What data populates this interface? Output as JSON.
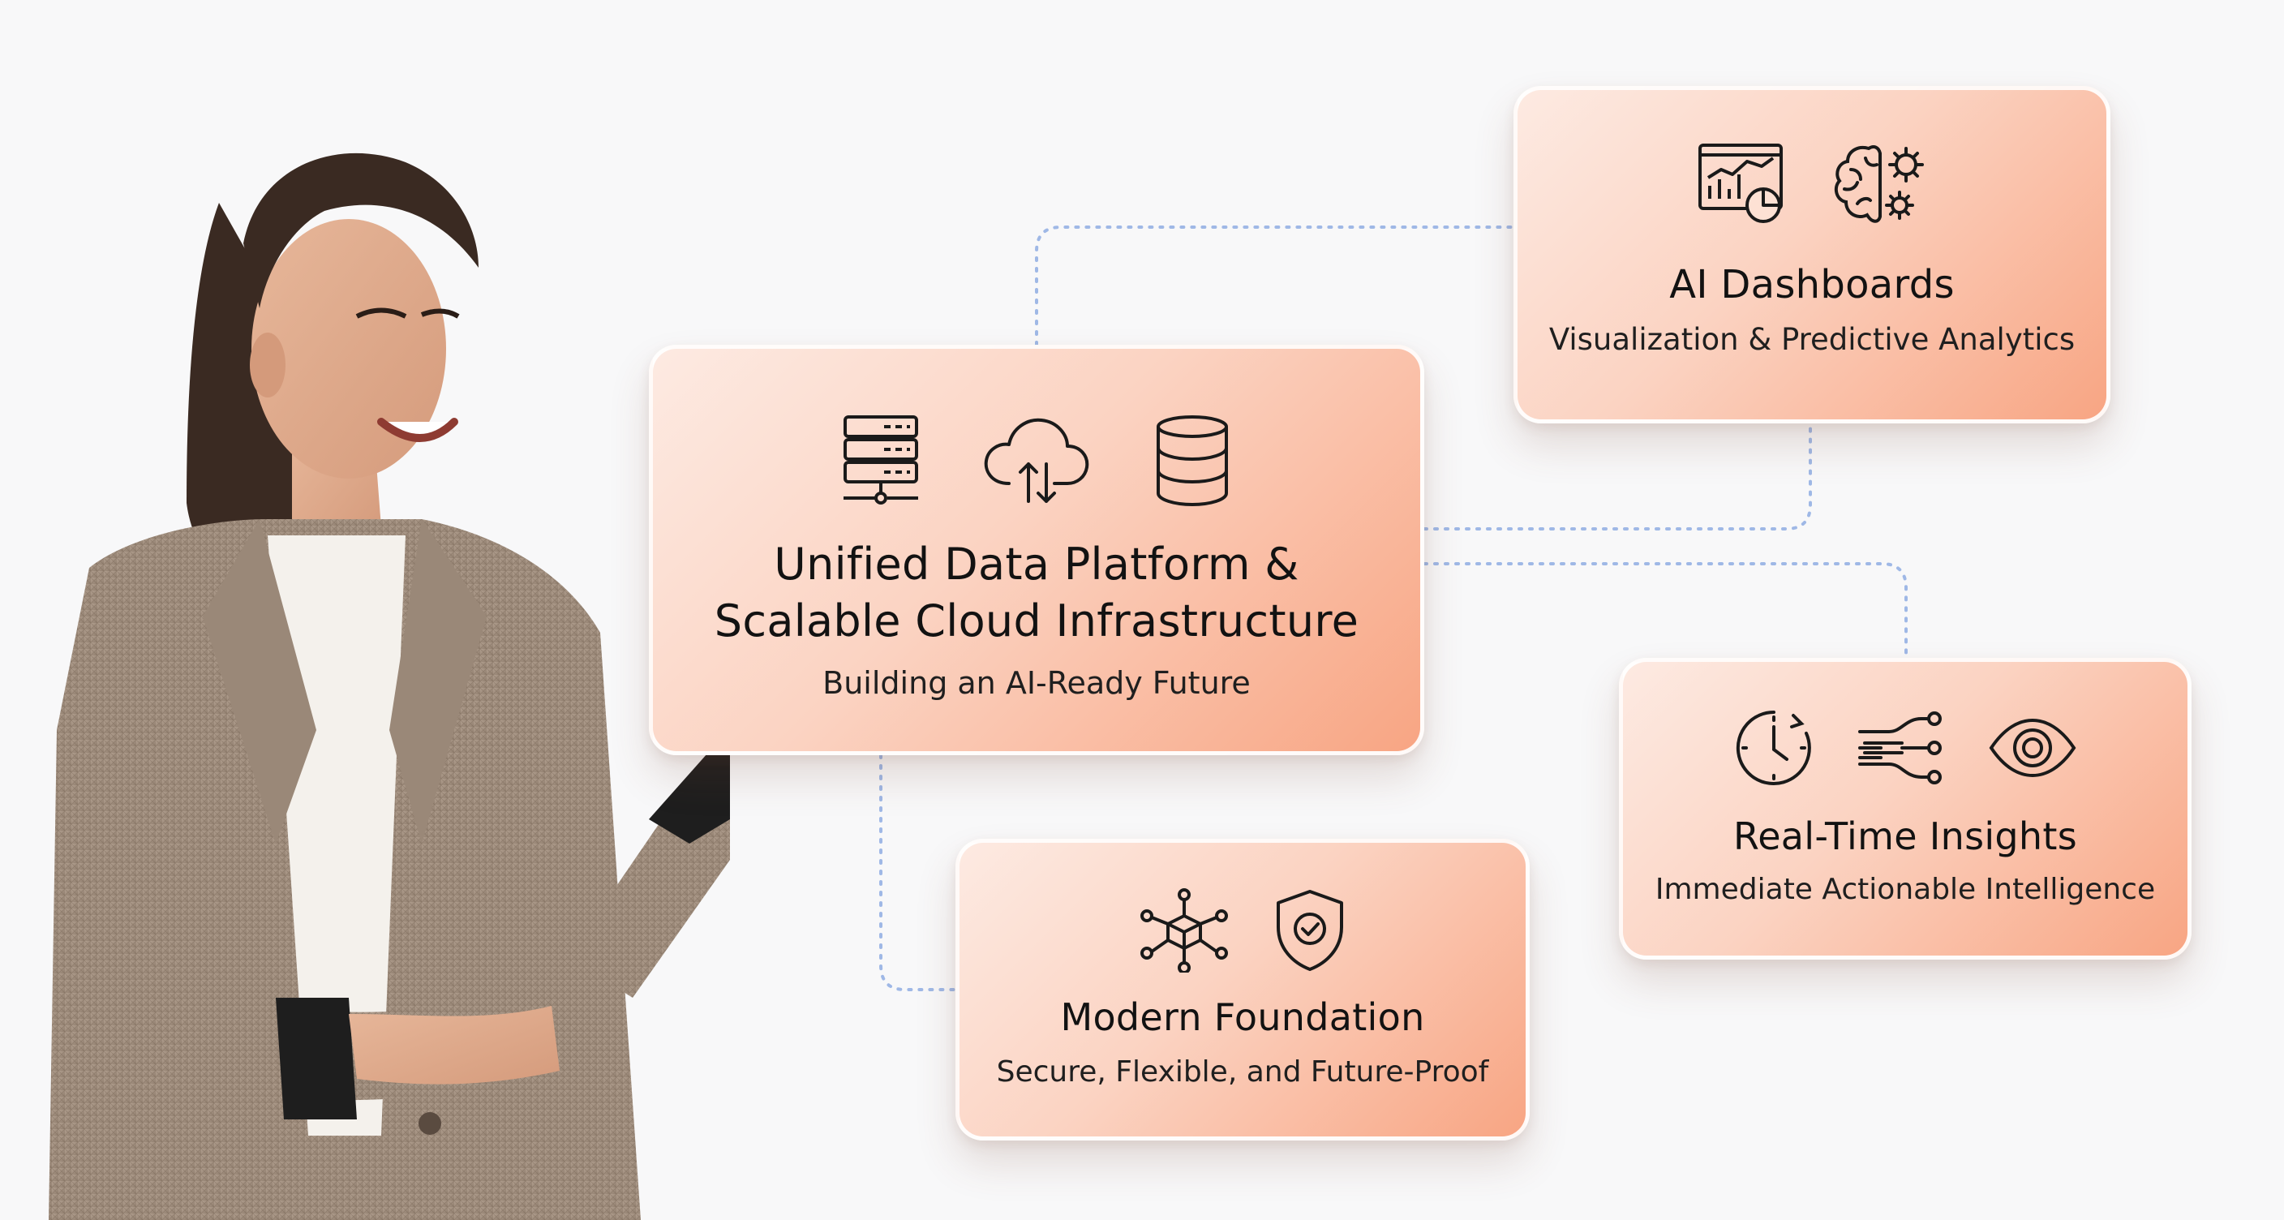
{
  "colors": {
    "background": "#f8f8f9",
    "card_light": "#fdeae2",
    "card_accent": "#f8a583",
    "connector": "#9fb8e6",
    "text": "#141414"
  },
  "cards": {
    "main": {
      "title_line1": "Unified Data Platform &",
      "title_line2": "Scalable Cloud Infrastructure",
      "subtitle": "Building an AI-Ready Future",
      "icons": [
        "server-rack-icon",
        "cloud-sync-icon",
        "database-icon"
      ]
    },
    "ai": {
      "title": "AI Dashboards",
      "subtitle": "Visualization & Predictive Analytics",
      "icons": [
        "analytics-dashboard-icon",
        "brain-gears-icon"
      ]
    },
    "realtime": {
      "title": "Real-Time Insights",
      "subtitle": "Immediate Actionable Intelligence",
      "icons": [
        "clock-icon",
        "data-stream-icon",
        "eye-icon"
      ]
    },
    "foundation": {
      "title": "Modern Foundation",
      "subtitle": "Secure, Flexible, and Future-Proof",
      "icons": [
        "network-cube-icon",
        "shield-check-icon"
      ]
    }
  }
}
